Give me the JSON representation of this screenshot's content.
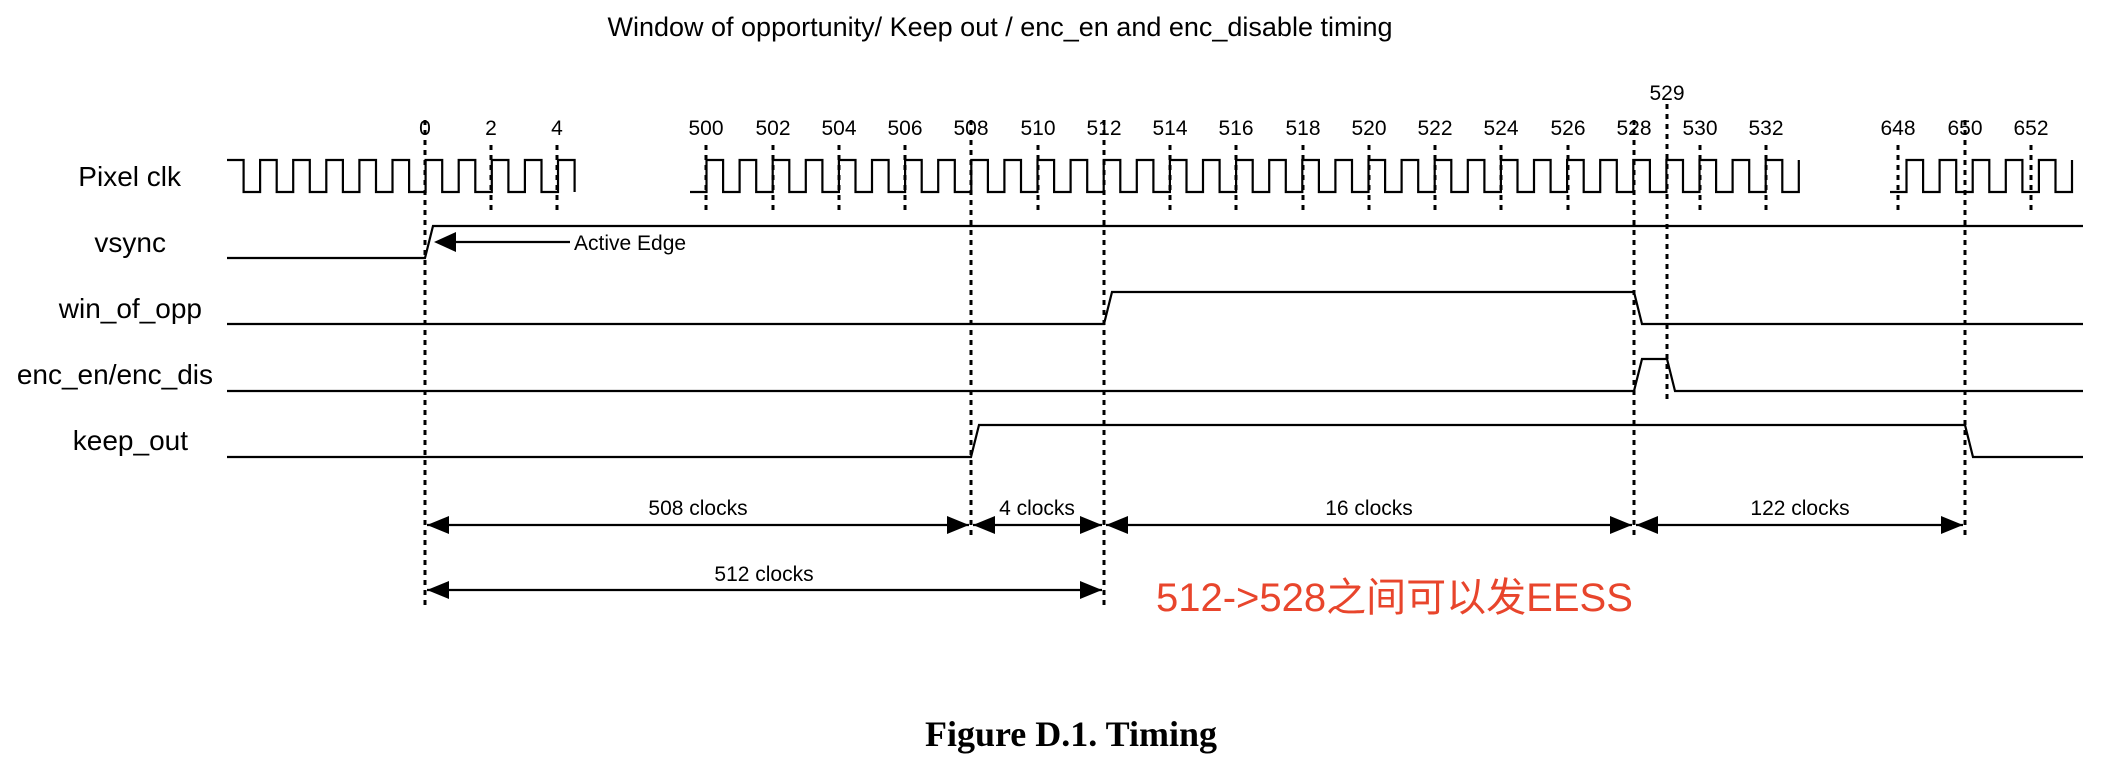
{
  "title": "Window of opportunity/ Keep out /  enc_en and enc_disable timing",
  "signals": [
    {
      "key": "pixel_clk",
      "label": "Pixel clk"
    },
    {
      "key": "vsync",
      "label": "vsync"
    },
    {
      "key": "win_of_opp",
      "label": "win_of_opp"
    },
    {
      "key": "enc_en_dis",
      "label": "enc_en/enc_dis"
    },
    {
      "key": "keep_out",
      "label": "keep_out"
    }
  ],
  "clock_ticks": [
    "0",
    "2",
    "4",
    "500",
    "502",
    "504",
    "506",
    "508",
    "510",
    "512",
    "514",
    "516",
    "518",
    "520",
    "522",
    "524",
    "526",
    "528",
    "529",
    "530",
    "532",
    "648",
    "650",
    "652"
  ],
  "active_edge_label": "Active Edge",
  "measurements": [
    {
      "label": "508 clocks",
      "from": "0",
      "to": "508"
    },
    {
      "label": "4 clocks",
      "from": "508",
      "to": "512"
    },
    {
      "label": "16 clocks",
      "from": "512",
      "to": "528"
    },
    {
      "label": "122 clocks",
      "from": "528",
      "to": "650"
    },
    {
      "label": "512 clocks",
      "from": "0",
      "to": "512"
    }
  ],
  "annotation": "512->528之间可以发EESS",
  "annotation_color": "#e8452c",
  "caption": "Figure D.1. Timing"
}
